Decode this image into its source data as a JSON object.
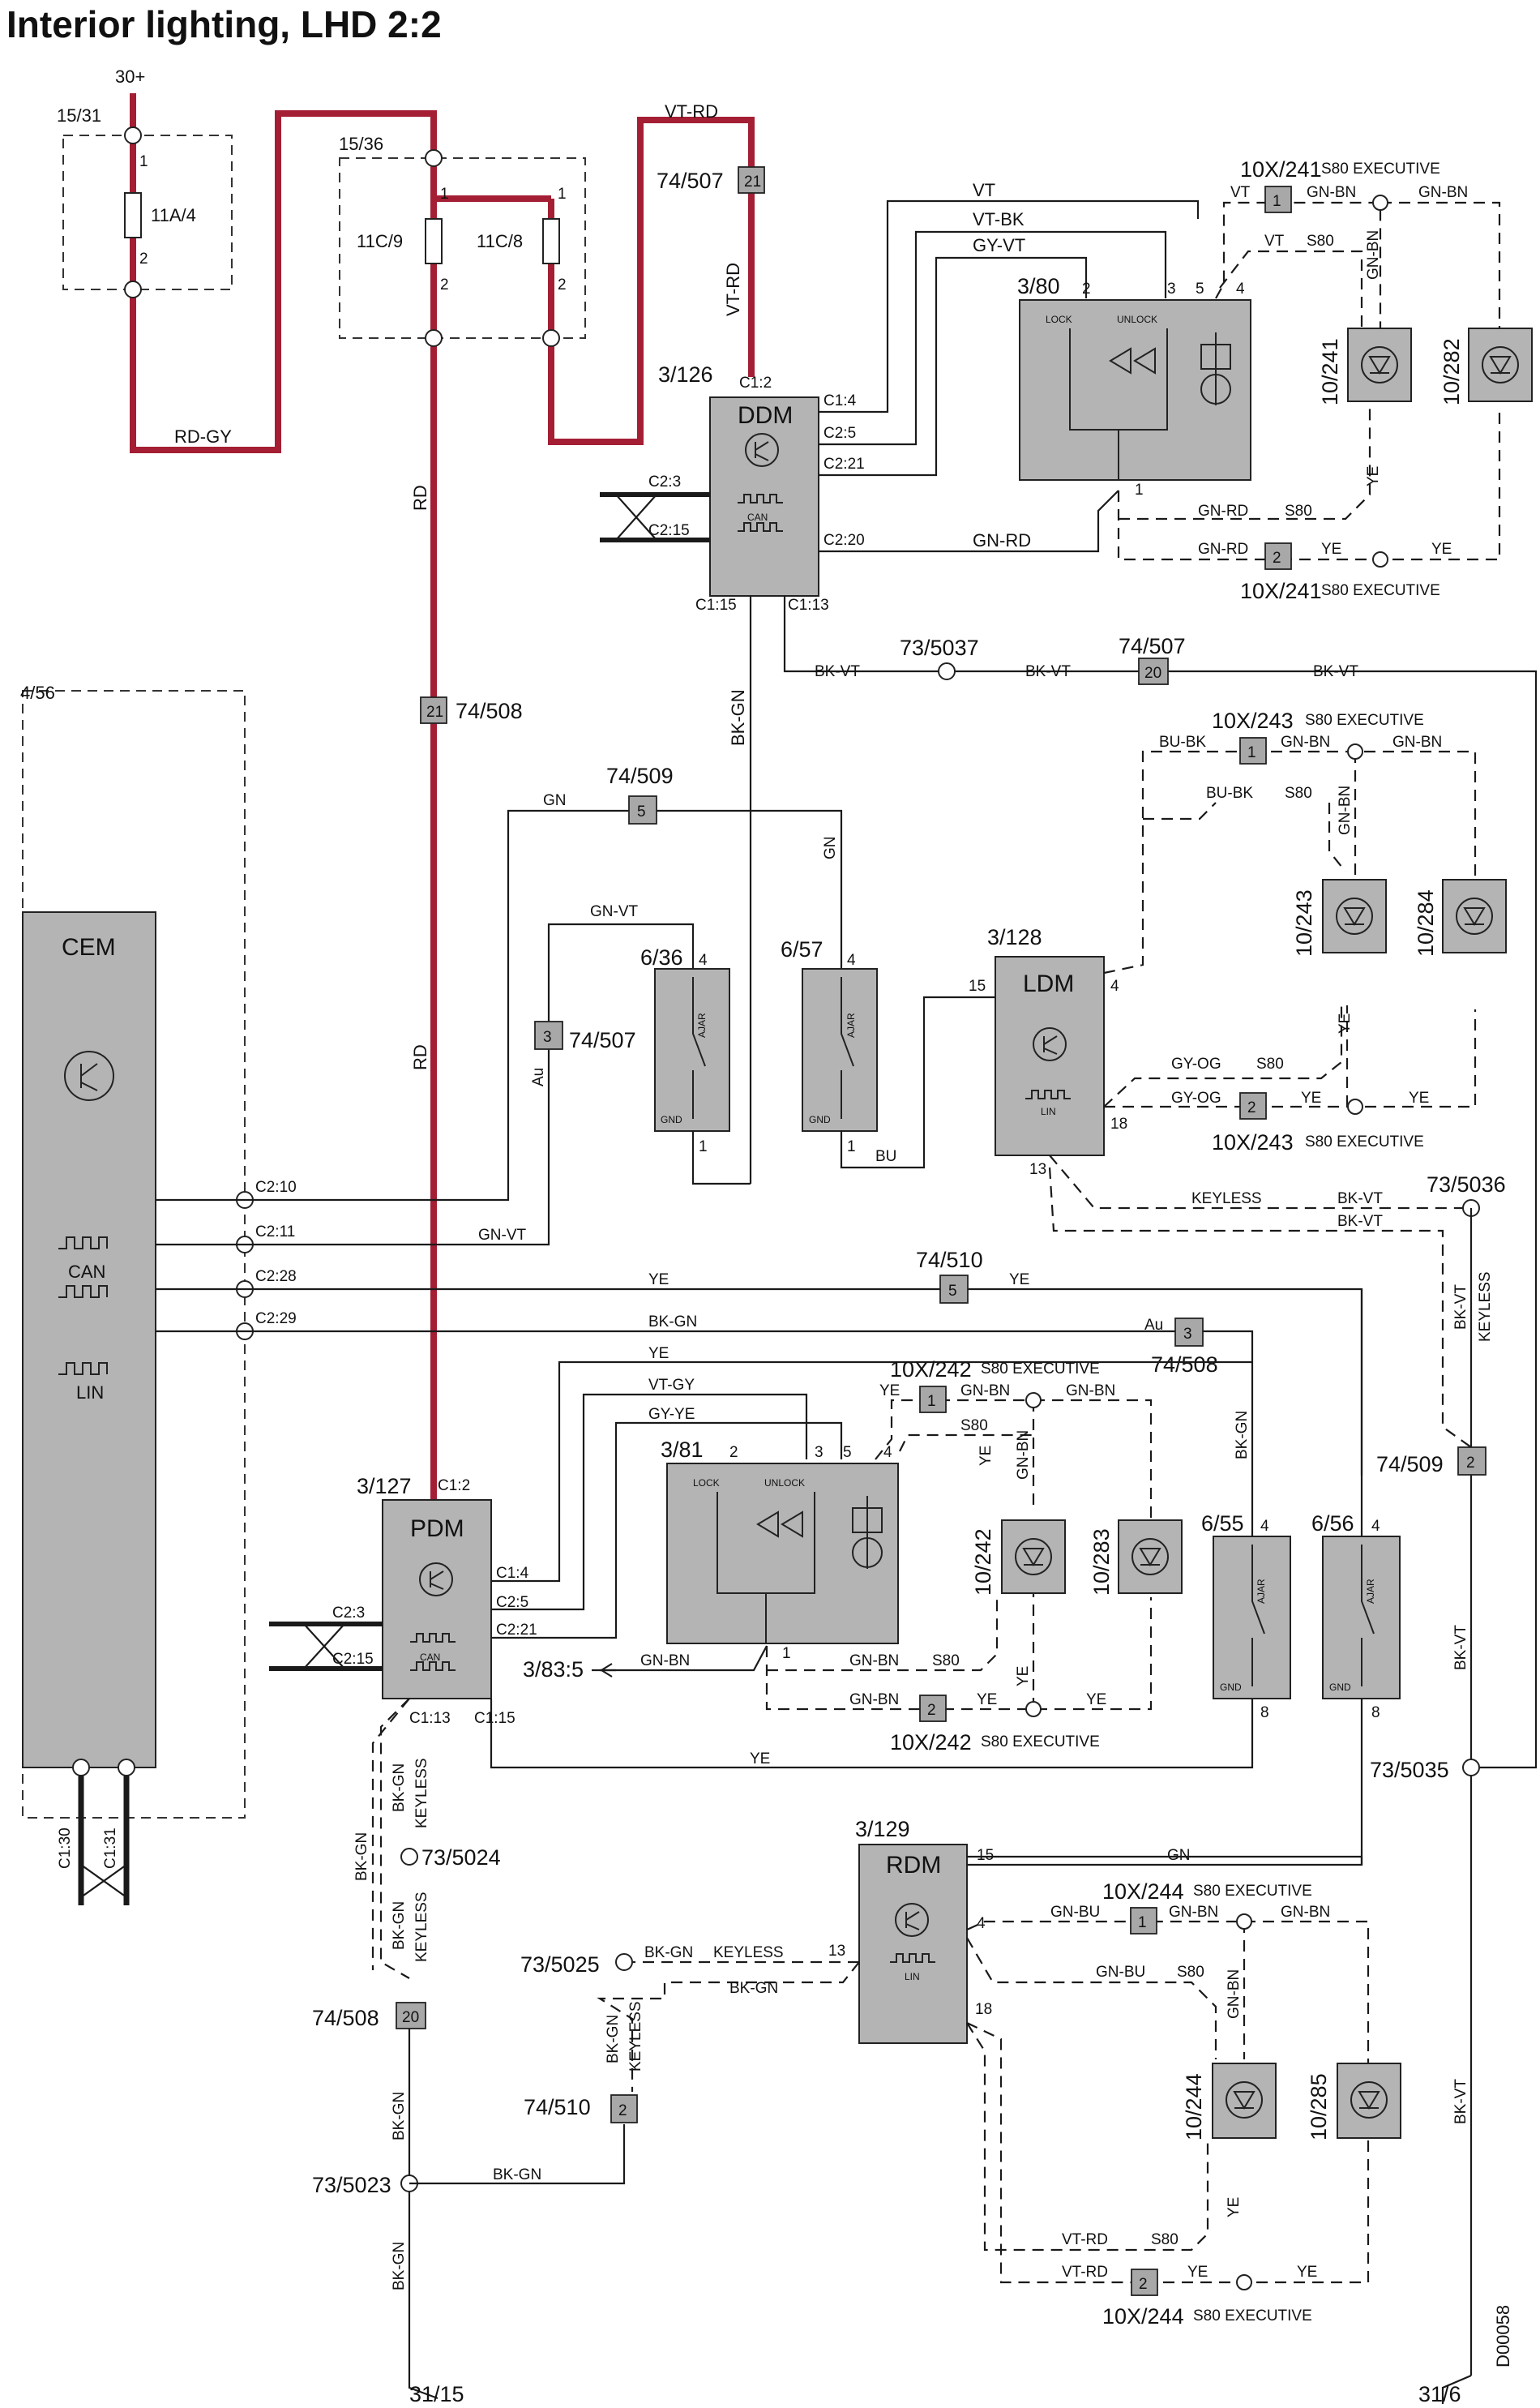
{
  "title": "Interior lighting, LHD 2:2",
  "doc_id": "D00058",
  "terminals": {
    "t30": "30+",
    "t3115": "31/15",
    "t316": "31/6"
  },
  "fuse_boxes": {
    "b1531": "15/31",
    "b1536": "15/36"
  },
  "fuses": {
    "f11a4": "11A/4",
    "f11c9": "11C/9",
    "f11c8": "11C/8"
  },
  "modules": {
    "cem": "CEM",
    "ddm": "DDM",
    "pdm": "PDM",
    "ldm": "LDM",
    "rdm": "RDM"
  },
  "module_refs": {
    "cem": "4/56",
    "ddm": "3/126",
    "pdm": "3/127",
    "ldm": "3/128",
    "rdm": "3/129",
    "ddm_sw": "3/80",
    "pdm_sw": "3/81",
    "pdm_out": "3/83:5",
    "sw636": "6/36",
    "sw657": "6/57",
    "sw655": "6/55",
    "sw656": "6/56"
  },
  "switch_labels": {
    "lock": "LOCK",
    "unlock": "UNLOCK",
    "ajar": "AJAR",
    "gnd": "GND"
  },
  "bus_labels": {
    "can": "CAN",
    "lin": "LIN"
  },
  "lamps": {
    "l10241": "10/241",
    "l10282": "10/282",
    "l10243": "10/243",
    "l10284": "10/284",
    "l10242": "10/242",
    "l10283": "10/283",
    "l10244": "10/244",
    "l10285": "10/285"
  },
  "connectors": {
    "x74507": "74/507",
    "x74508": "74/508",
    "x74509": "74/509",
    "x74510": "74/510",
    "x10x241": "10X/241",
    "x10x243": "10X/243",
    "x10x242": "10X/242",
    "x10x244": "10X/244",
    "s73_5037": "73/5037",
    "s73_5036": "73/5036",
    "s73_5035": "73/5035",
    "s73_5024": "73/5024",
    "s73_5025": "73/5025",
    "s73_5023": "73/5023"
  },
  "pins": {
    "p1": "1",
    "p2": "2",
    "p3": "3",
    "p4": "4",
    "p5": "5",
    "p8": "8",
    "p13": "13",
    "p15": "15",
    "p18": "18",
    "p20": "20",
    "p21": "21",
    "c12": "C1:2",
    "c14": "C1:4",
    "c25": "C2:5",
    "c221": "C2:21",
    "c220": "C2:20",
    "c23": "C2:3",
    "c215": "C2:15",
    "c113": "C1:13",
    "c115": "C1:15",
    "c210": "C2:10",
    "c211": "C2:11",
    "c228": "C2:28",
    "c229": "C2:29",
    "c130": "C1:30",
    "c131": "C1:31"
  },
  "wires": {
    "rd": "RD",
    "rdgy": "RD-GY",
    "vtrd": "VT-RD",
    "vt": "VT",
    "vtbk": "VT-BK",
    "gyvt": "GY-VT",
    "gnbn": "GN-BN",
    "gnrd": "GN-RD",
    "ye": "YE",
    "s80": "S80",
    "s80x": "S80 EXECUTIVE",
    "bkvt": "BK-VT",
    "bkgn": "BK-GN",
    "gn": "GN",
    "gnvt": "GN-VT",
    "au": "Au",
    "bu": "BU",
    "bubk": "BU-BK",
    "gyog": "GY-OG",
    "keyless": "KEYLESS",
    "vtgy": "VT-GY",
    "gyye": "GY-YE",
    "gnbu": "GN-BU",
    "vtrd2": "VT-RD"
  }
}
